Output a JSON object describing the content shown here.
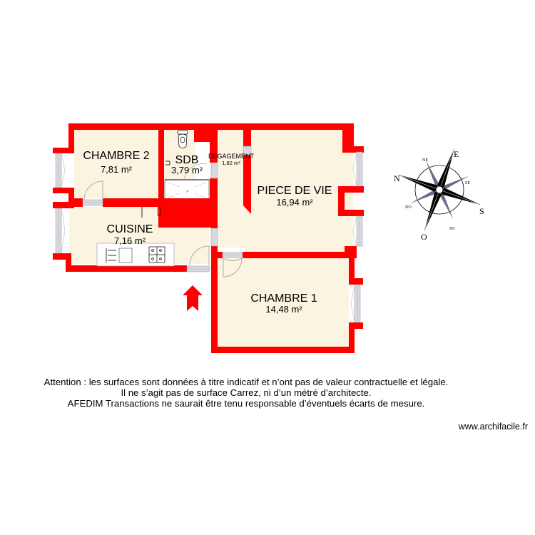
{
  "plan": {
    "colors": {
      "wall": "#ff0000",
      "floor": "#fbf4e1",
      "window": "#c9c9d4",
      "entry_arrow": "#ff0000"
    },
    "rooms": [
      {
        "id": "chambre2",
        "name": "CHAMBRE 2",
        "area": "7,81 m²"
      },
      {
        "id": "sdb",
        "name": "SDB",
        "area": "3,79 m²"
      },
      {
        "id": "degagement",
        "name": "DEGAGEMENT",
        "area": "1,82 m²"
      },
      {
        "id": "piece_de_vie",
        "name": "PIECE DE VIE",
        "area": "16,94 m²"
      },
      {
        "id": "cuisine",
        "name": "CUISINE",
        "area": "7,16 m²"
      },
      {
        "id": "chambre1",
        "name": "CHAMBRE 1",
        "area": "14,48 m²"
      }
    ],
    "entry_icon": "entry-arrow-icon"
  },
  "compass": {
    "icon": "compass-rose-icon",
    "labels": {
      "n": "N",
      "e": "E",
      "s": "S",
      "o": "O",
      "ne": "NE",
      "se": "SE",
      "so": "SO",
      "no": "NO"
    }
  },
  "disclaimer": {
    "lines": [
      "Attention : les surfaces sont données à titre indicatif et n’ont pas de valeur contractuelle et légale.",
      "Il ne s’agit pas de surface Carrez, ni d’un métré d’architecte.",
      "AFEDIM Transactions ne saurait être tenu responsable d’éventuels écarts de mesure."
    ]
  },
  "footer": {
    "website": "www.archifacile.fr"
  }
}
